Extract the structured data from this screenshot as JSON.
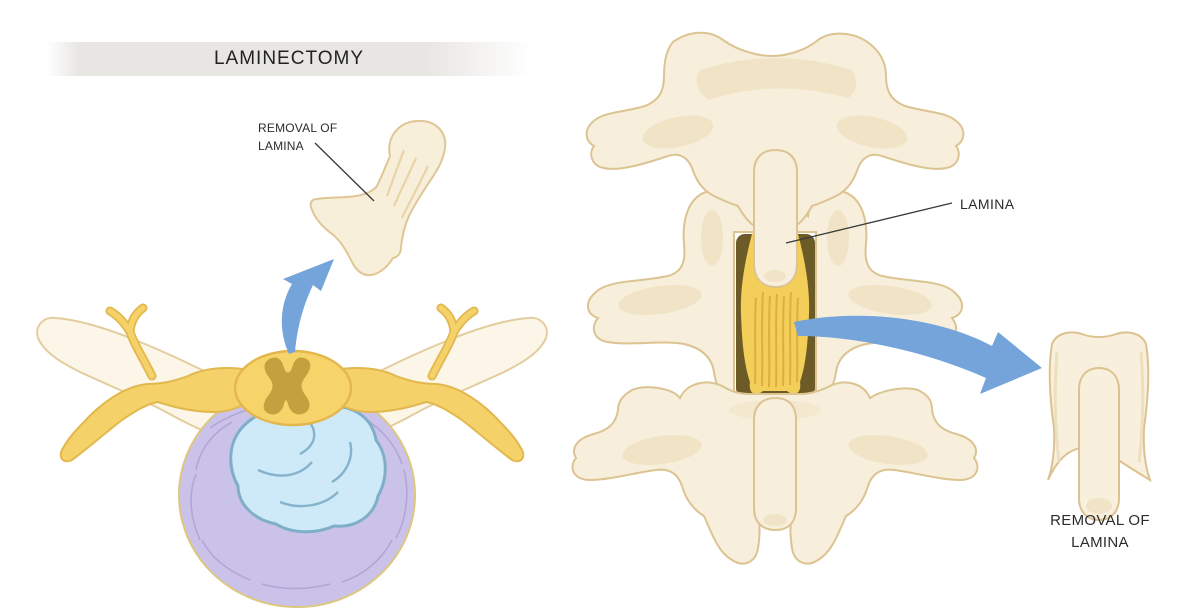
{
  "title": "LAMINECTOMY",
  "left_panel": {
    "view": "axial vertebra cross-section with disc herniation",
    "removal_label_line1": "REMOVAL OF",
    "removal_label_line2": "LAMINA"
  },
  "right_panel": {
    "view": "posterior spine with lamina removed",
    "lamina_label": "LAMINA",
    "removal_label_line1": "REMOVAL OF",
    "removal_label_line2": "LAMINA"
  },
  "colors": {
    "bone_fill": "#F8F0DC",
    "bone_fill_pale": "#FBF6E8",
    "bone_outline": "#DCC392",
    "bone_shading": "#F0E1C1",
    "nerve_yellow": "#F5D169",
    "nerve_outline": "#E2B84E",
    "gray_matter": "#C2A13E",
    "canal_yellow": "#F3CE58",
    "canal_dark_edge": "#6C5B26",
    "canal_striation": "#D8AA3C",
    "disc_lavender": "#CBC2E9",
    "disc_striation": "#ABA0D2",
    "nucleus_blue": "#CEE9F8",
    "nucleus_outline": "#7FAFC8",
    "arrow_blue": "#74A4DA",
    "banner_gray": "#E8E6E2",
    "text_color": "#2B2B2B"
  }
}
